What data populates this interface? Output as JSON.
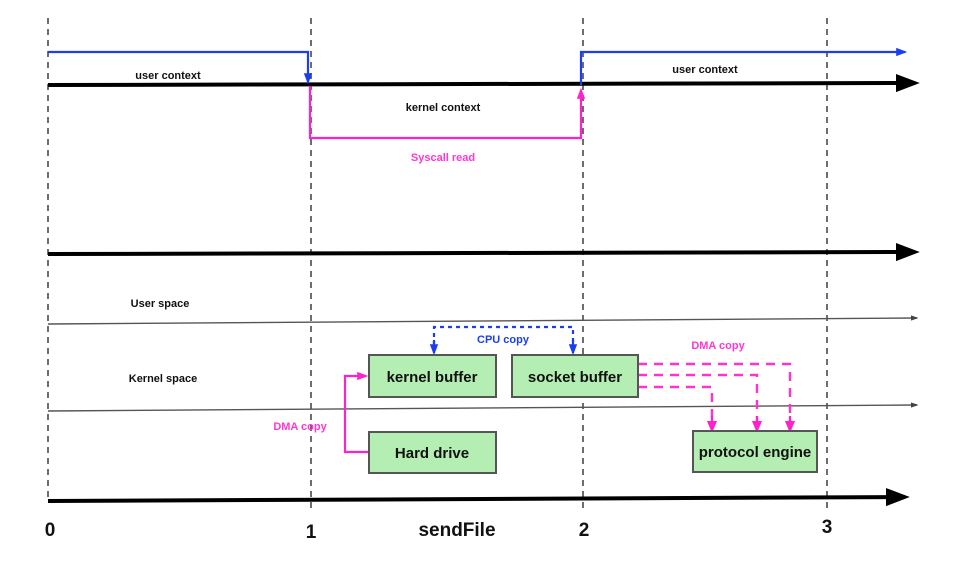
{
  "diagram": {
    "title": "sendFile",
    "timeline": {
      "ticks": [
        "0",
        "1",
        "2",
        "3"
      ]
    },
    "context_band": {
      "user_context_left": "user context",
      "user_context_right": "user context",
      "kernel_context": "kernel context",
      "syscall_label": "Syscall read"
    },
    "space_band": {
      "user_space": "User space",
      "kernel_space": "Kernel  space"
    },
    "boxes": {
      "kernel_buffer": "kernel buffer",
      "socket_buffer": "socket buffer",
      "hard_drive": "Hard drive",
      "protocol_engine": "protocol engine"
    },
    "transfers": {
      "cpu_copy": "CPU copy",
      "dma_copy_disk": "DMA copy",
      "dma_copy_nic": "DMA copy"
    },
    "colors": {
      "box_fill": "#b5eeb2",
      "box_stroke": "#555555",
      "blue": "#1a3ef0",
      "magenta": "#ff33cc",
      "axis": "#000000",
      "guide": "#4a4a4a"
    }
  }
}
